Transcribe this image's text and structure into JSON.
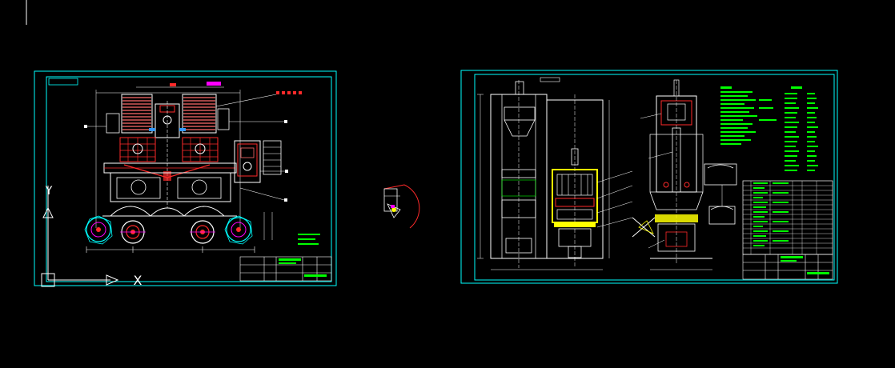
{
  "viewport": {
    "background": "#000000"
  },
  "colors": {
    "frame": "#00ffff",
    "line": "#ffffff",
    "red": "#ff2a2a",
    "magenta": "#ff00ff",
    "yellow": "#ffff00",
    "green": "#00ff00",
    "orange": "#ff8800",
    "blue": "#3399ff"
  },
  "ucs_icon": {
    "y_label": "Y",
    "x_label": "X"
  },
  "sheets": [
    {
      "name": "sheet-left",
      "role": "assembly drawing",
      "has_title_block": true
    },
    {
      "name": "sheet-right",
      "role": "elevation and side views with parts list",
      "has_title_block": true
    }
  ],
  "detail_view": {
    "name": "detail-callout"
  }
}
